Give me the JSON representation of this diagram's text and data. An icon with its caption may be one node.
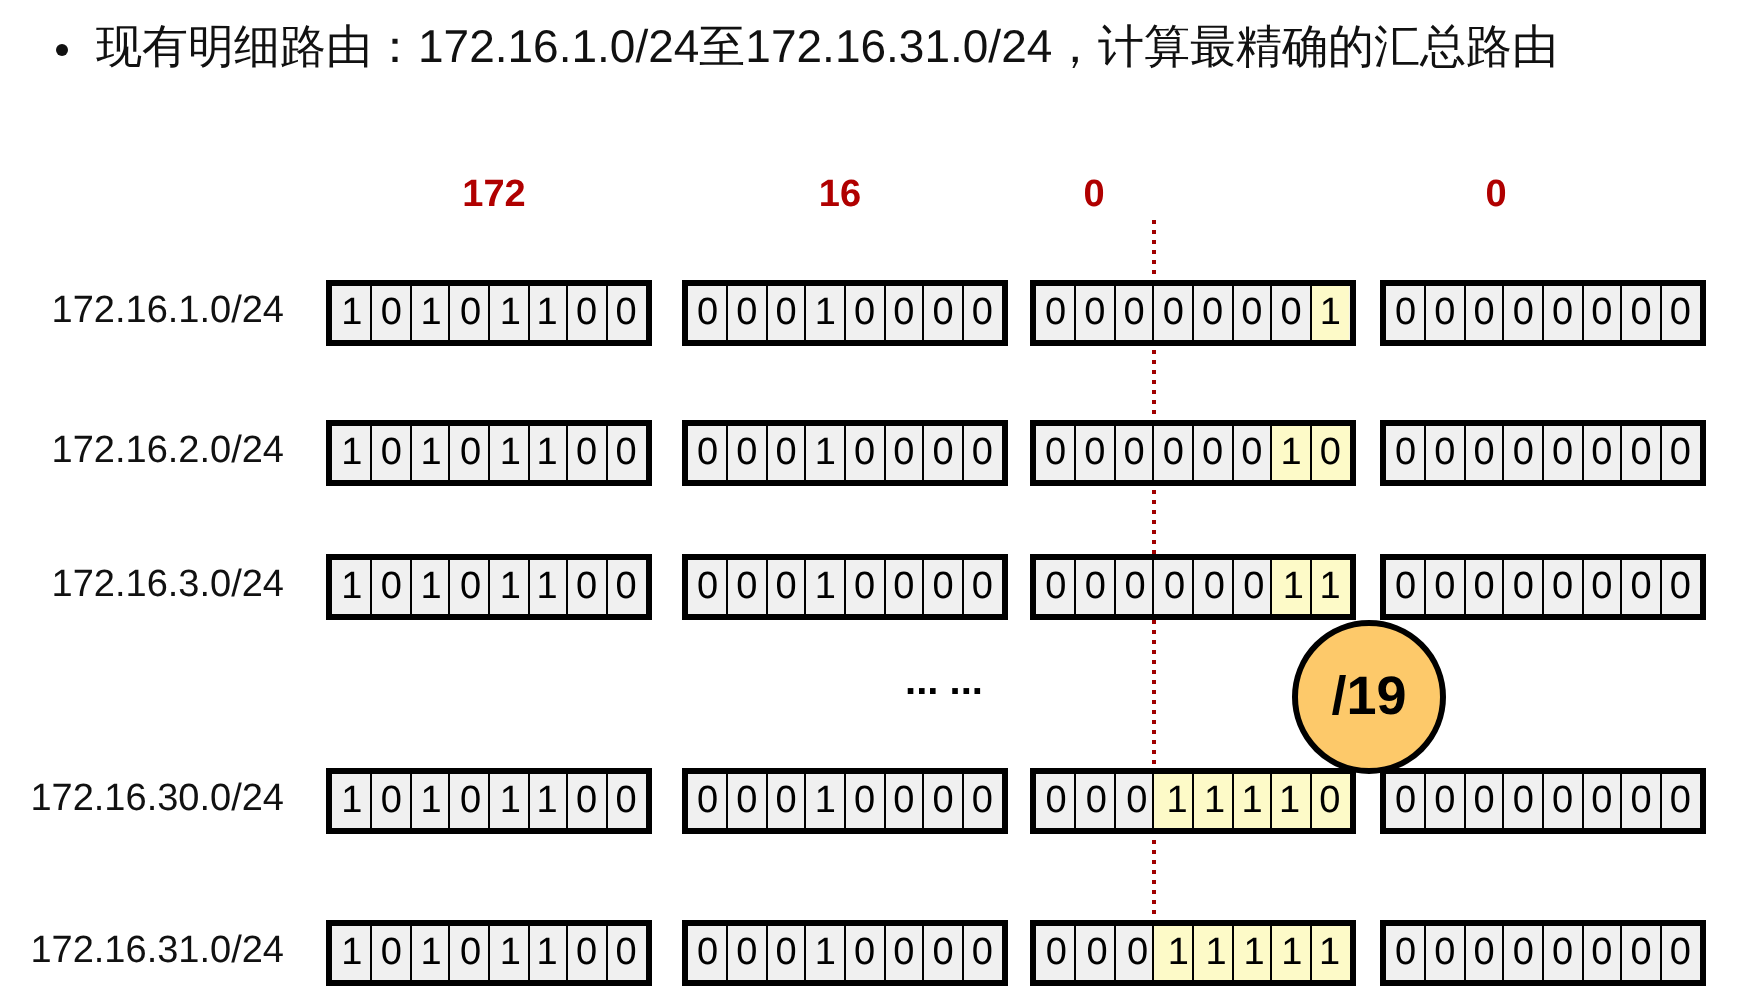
{
  "diagram": {
    "title": "现有明细路由：172.16.1.0/24至172.16.31.0/24，计算最精确的汇总路由",
    "nodes": [
      {
        "text": [
          "/19"
        ]
      }
    ],
    "labels": [
      "172",
      "16",
      "0",
      "0",
      "172.16.1.0/24",
      "10101100",
      "00010000",
      "00000001",
      "00000000",
      "172.16.2.0/24",
      "10101100",
      "00010000",
      "00000010",
      "00000000",
      "172.16.3.0/24",
      "10101100",
      "00010000",
      "00000011",
      "00000000",
      "... ...",
      "172.16.30.0/24",
      "10101100",
      "00010000",
      "00011110",
      "00000000",
      "172.16.31.0/24",
      "10101100",
      "00010000",
      "00011111",
      "00000000"
    ]
  }
}
